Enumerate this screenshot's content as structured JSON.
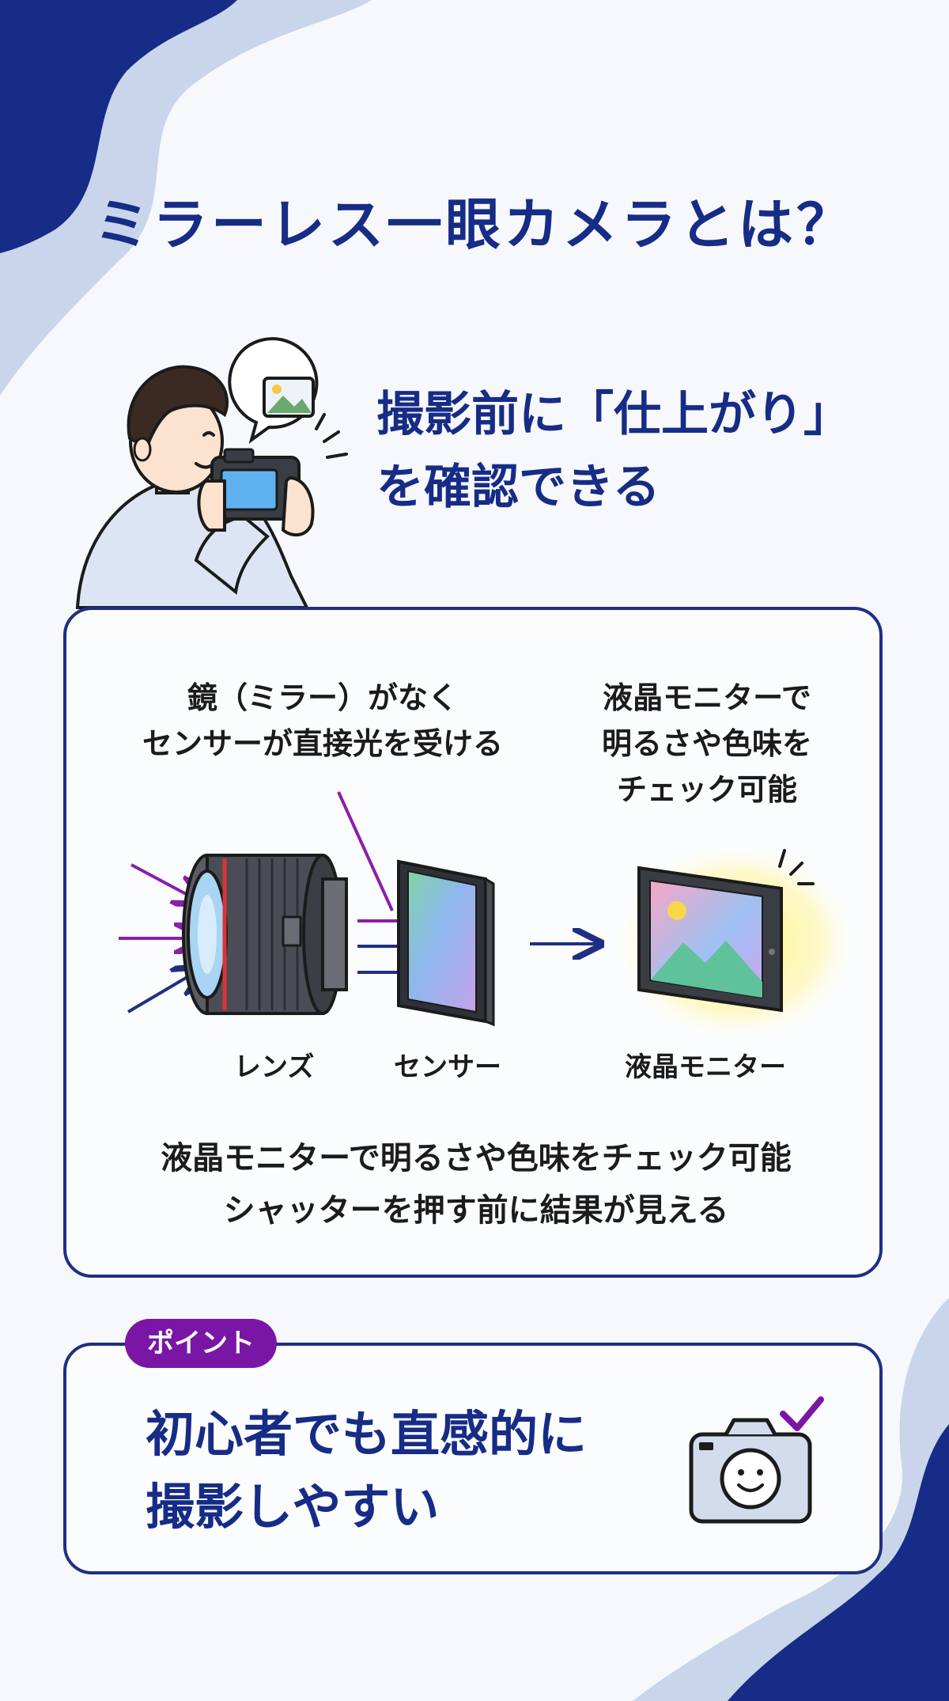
{
  "title": "ミラーレス一眼カメラとは？",
  "hero": {
    "line1": "撮影前に「仕上がり」",
    "line2": "を確認できる"
  },
  "diagram": {
    "annotation_left": [
      "鏡（ミラー）がなく",
      "センサーが直接光を受ける"
    ],
    "annotation_right": [
      "液晶モニターで",
      "明るさや色味を",
      "チェック可能"
    ],
    "labels": {
      "lens": "レンズ",
      "sensor": "センサー",
      "monitor": "液晶モニター"
    },
    "summary": [
      "液晶モニターで明るさや色味をチェック可能",
      "シャッターを押す前に結果が見える"
    ]
  },
  "point": {
    "badge": "ポイント",
    "line1": "初心者でも直感的に",
    "line2": "撮影しやすい"
  },
  "colors": {
    "navy": "#162c86",
    "accent_purple": "#7a16a6",
    "light_blue_blob": "#c9d5ea"
  },
  "icons": [
    "image-icon",
    "camera-smile-icon",
    "check-icon"
  ]
}
